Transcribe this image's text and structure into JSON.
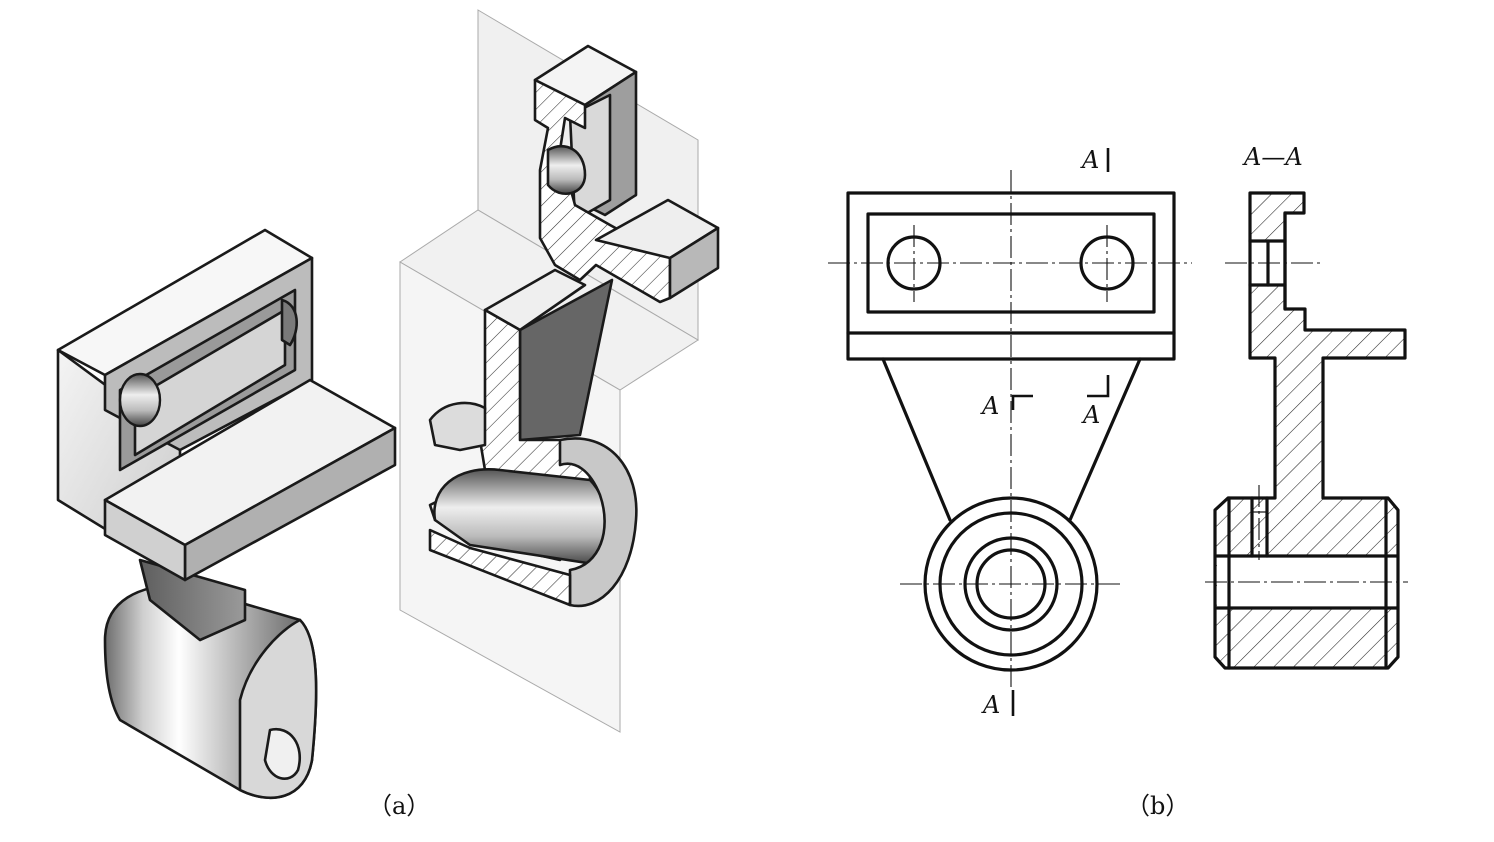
{
  "captions": {
    "a": "（a）",
    "b": "（b）"
  },
  "section_labels": {
    "top_mark": "A",
    "bottom_mark": "A",
    "arrow_left": "A",
    "arrow_right": "A",
    "section_view_title": "A—A"
  }
}
